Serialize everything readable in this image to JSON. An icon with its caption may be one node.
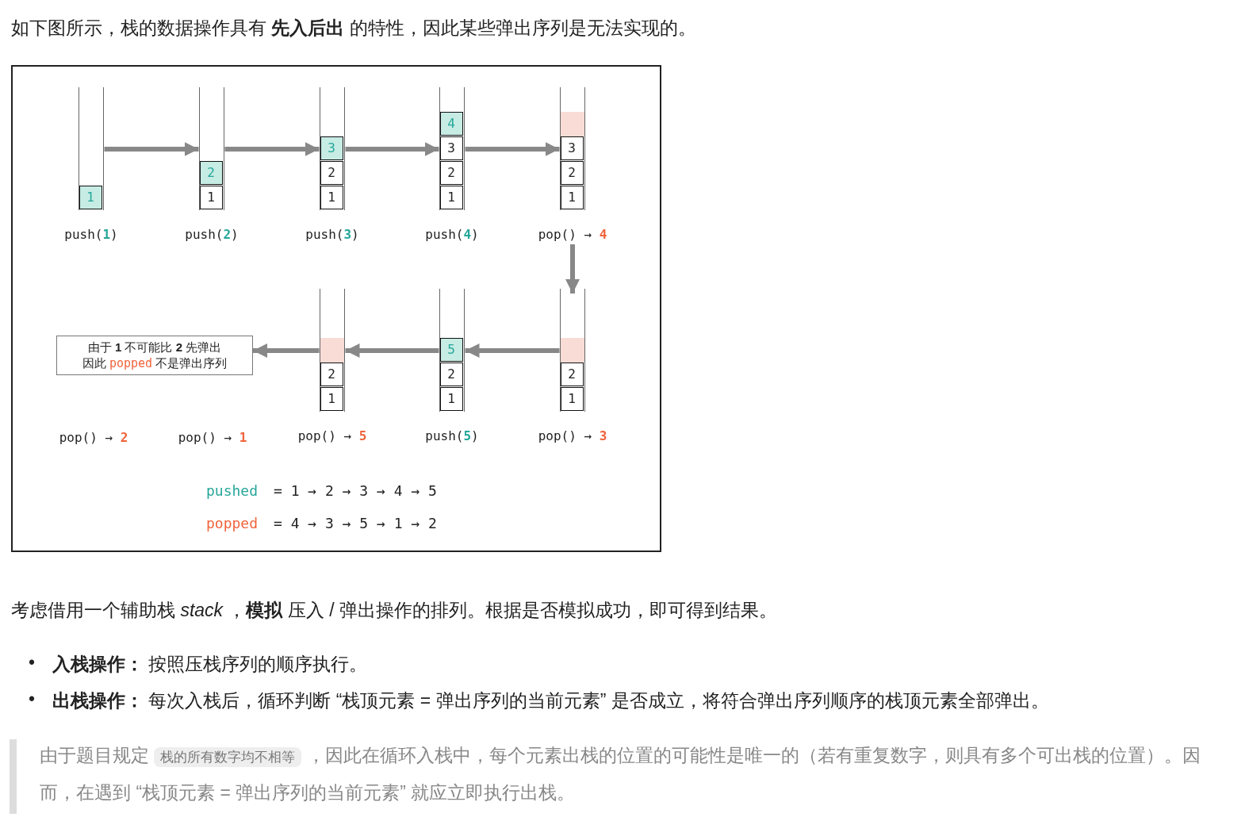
{
  "diagram": {
    "nodes": [
      {
        "text": [
          "1"
        ],
        "beside": [
          "push(**1**)"
        ]
      },
      {
        "text": [
          "2",
          "1"
        ],
        "beside": [
          "push(**2**)"
        ]
      },
      {
        "text": [
          "3",
          "2",
          "1"
        ],
        "beside": [
          "push(**3**)"
        ]
      },
      {
        "text": [
          "4",
          "3",
          "2",
          "1"
        ],
        "beside": [
          "push(**4**)"
        ]
      },
      {
        "text": [
          "3",
          "2",
          "1"
        ],
        "beside": [
          "pop() → **4**"
        ]
      },
      {
        "text": [
          "由于 **1** 不可能比 **2** 先弹出",
          "因此 *popped* 不是弹出序列"
        ]
      },
      {
        "text": [
          "2",
          "1"
        ],
        "beside": [
          "pop() → **5**"
        ]
      },
      {
        "text": [
          "5",
          "2",
          "1"
        ],
        "beside": [
          "push(**5**)"
        ]
      },
      {
        "text": [
          "2",
          "1"
        ],
        "beside": [
          "pop() → **3**"
        ]
      }
    ],
    "edges": [
      {
        "from": 0,
        "to": 1,
        "arrow": "to"
      },
      {
        "from": 1,
        "to": 2,
        "arrow": "to"
      },
      {
        "from": 2,
        "to": 3,
        "arrow": "to"
      },
      {
        "from": 3,
        "to": 4,
        "arrow": "to"
      },
      {
        "from": 4,
        "to": 8,
        "arrow": "to"
      },
      {
        "from": 8,
        "to": 7,
        "arrow": "to"
      },
      {
        "from": 7,
        "to": 6,
        "arrow": "to"
      },
      {
        "from": 6,
        "to": 5,
        "arrow": "to"
      }
    ],
    "labels": [
      "如下图所示，栈的数据操作具有 **先入后出** 的特性，因此某些弹出序列是无法实现的。",
      "pop() → **2**",
      "pop() → **1**",
      "pushed",
      "= 1 → 2 → 3 → 4 → 5",
      "popped",
      "= 4 → 3 → 5 → 1 → 2",
      "考虑借用一个辅助栈 *stack* ，**模拟** 压入 / 弹出操作的排列。根据是否模拟成功，即可得到结果。",
      "•",
      "**入栈操作：** 按照压栈序列的顺序执行。",
      "•",
      "**出栈操作：** 每次入栈后，循环判断 “栈顶元素 = 弹出序列的当前元素” 是否成立，将符合弹出序列顺序的栈顶元素全部弹出。",
      "由于题目规定",
      "栈的所有数字均不相等",
      "，因此在循环入栈中，每个元素出栈的位置的可能性是唯一的（若有重复数字，则具有多个可出栈的位置）。因而，在遇到 “栈顶元素 = 弹出序列的当前元素” 就应立即执行出栈。"
    ]
  }
}
